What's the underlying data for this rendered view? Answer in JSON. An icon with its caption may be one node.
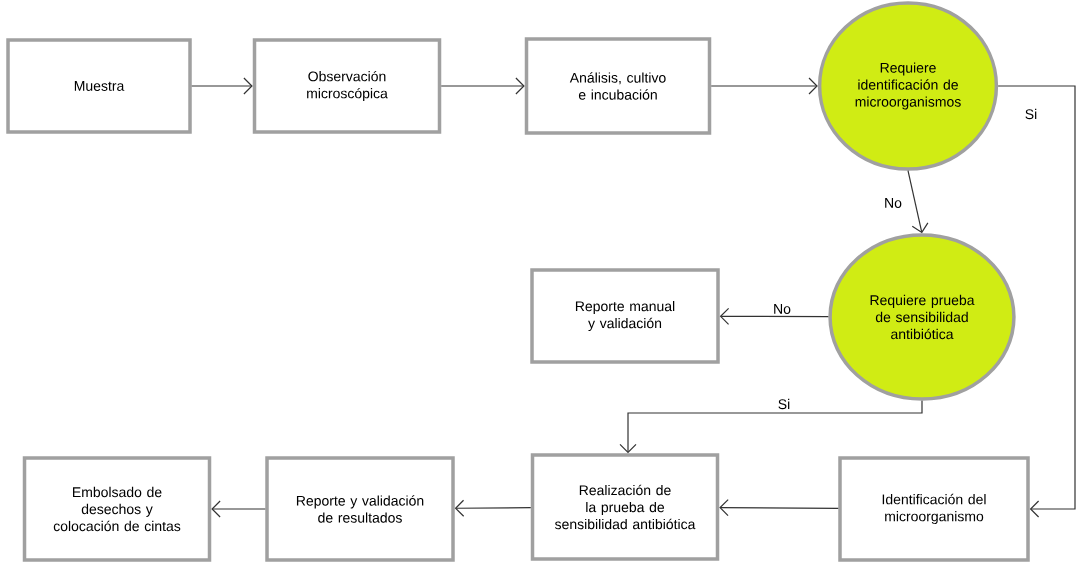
{
  "diagram": {
    "nodes": [
      {
        "text": [
          "Muestra"
        ]
      },
      {
        "text": [
          "Observación microscópica"
        ]
      },
      {
        "text": [
          "Análisis, cultivo e incubación"
        ]
      },
      {
        "text": [
          "Requiere identificación de microorganismos"
        ]
      },
      {
        "text": [
          "Requiere prueba de sensibilidad antibiótica"
        ]
      },
      {
        "text": [
          "Reporte manual y validación"
        ]
      },
      {
        "text": [
          "Realización de la prueba de sensibilidad antibiótica"
        ]
      },
      {
        "text": [
          "Identificación del microorganismo"
        ]
      },
      {
        "text": [
          "Reporte y validación de resultados"
        ]
      },
      {
        "text": [
          "Embolsado de desechos y colocación de cintas"
        ]
      }
    ],
    "edges": [
      {
        "from": 0,
        "to": 1,
        "arrow": "to"
      },
      {
        "from": 1,
        "to": 2,
        "arrow": "to"
      },
      {
        "from": 2,
        "to": 3,
        "arrow": "to"
      },
      {
        "from": 3,
        "to": 4,
        "arrow": "to",
        "label": "No"
      },
      {
        "from": 3,
        "to": 7,
        "arrow": "to",
        "label": "Si"
      },
      {
        "from": 4,
        "to": 5,
        "arrow": "to",
        "label": "No"
      },
      {
        "from": 4,
        "to": 6,
        "arrow": "to",
        "label": "Si"
      },
      {
        "from": 7,
        "to": 6,
        "arrow": "to"
      },
      {
        "from": 6,
        "to": 8,
        "arrow": "to"
      },
      {
        "from": 8,
        "to": 9,
        "arrow": "to"
      }
    ]
  }
}
